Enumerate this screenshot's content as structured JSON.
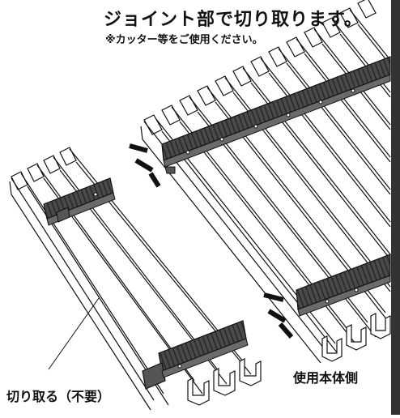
{
  "header": {
    "title": "ジョイント部で切り取ります。",
    "subtitle": "※カッター等をご使用ください。"
  },
  "labels": {
    "cut_part": "切り取る（不要）",
    "main_body": "使用本体側"
  },
  "colors": {
    "joint": "#4a4a4a",
    "joint_teeth": "#2a2a2a",
    "rail_stroke": "#111111",
    "side_bar": "#333333"
  }
}
